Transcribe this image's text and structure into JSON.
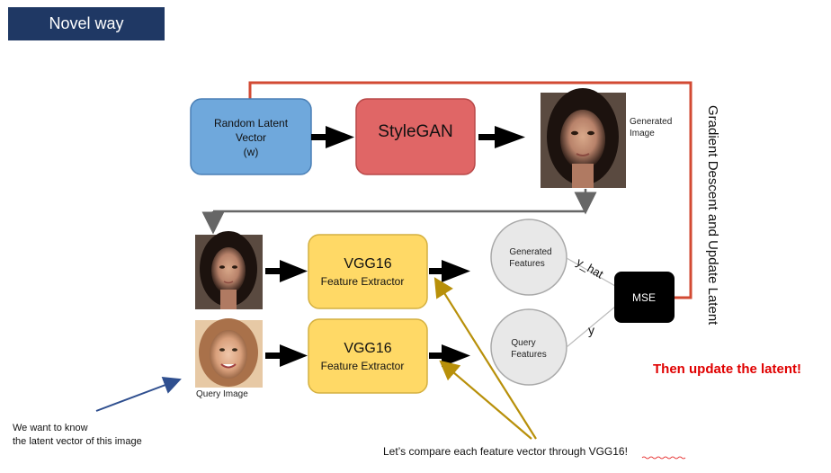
{
  "header": {
    "title": "Novel way"
  },
  "boxes": {
    "latent": {
      "line1": "Random Latent",
      "line2": "Vector",
      "line3": "(w)"
    },
    "stylegan": {
      "label": "StyleGAN"
    },
    "vgg_top": {
      "line1": "VGG16",
      "line2": "Feature Extractor"
    },
    "vgg_bottom": {
      "line1": "VGG16",
      "line2": "Feature Extractor"
    },
    "gen_features": {
      "line1": "Generated",
      "line2": "Features"
    },
    "query_features": {
      "line1": "Query",
      "line2": "Features"
    },
    "mse": {
      "label": "MSE"
    }
  },
  "labels": {
    "generated_image": {
      "line1": "Generated",
      "line2": "Image"
    },
    "query_image": "Query Image",
    "y_hat": "y_hat",
    "y": "y",
    "gradient_descent": "Gradient Descent and Update Latent"
  },
  "annotations": {
    "update_latent": "Then update the latent!",
    "want_to_know_1": "We want to know",
    "want_to_know_2": "the latent vector of this image",
    "compare": "Let’s compare each feature vector through VGG16!"
  },
  "colors": {
    "title_bg": "#1f3864",
    "latent": "#6fa8dc",
    "stylegan": "#e06666",
    "vgg": "#ffd966",
    "feature_circle": "#e8e8e8",
    "mse": "#000000",
    "loop_line": "#d24a33",
    "red_text": "#e00000",
    "gold_arrow": "#b8900a",
    "blue_arrow": "#2f4f8f"
  }
}
